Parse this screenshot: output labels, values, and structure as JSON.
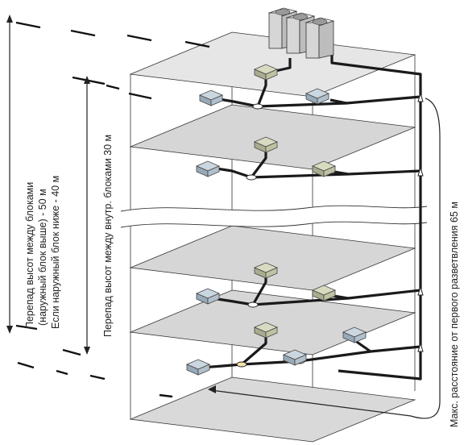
{
  "labels": {
    "outdoor_height_line1": "Перепад высот между блоками",
    "outdoor_height_line2": "(наружный блок выше) - 50 м",
    "outdoor_height_line3": "Если наружный блок ниже - 40 м",
    "indoor_height": "Перепад высот между внутр. блоками 30 м",
    "max_distance": "Макс. расстояние от первого разветвления 65 м"
  },
  "colors": {
    "floor_fill": "#d3d3d3",
    "floor_fill_light": "#e3e3e3",
    "pipe": "#1a1a1a",
    "frame_line": "#333333",
    "unit_green": "#c4c7aa",
    "unit_blue": "#b6c4cf",
    "outdoor_unit": "#d9d9d9"
  },
  "icons": {
    "outdoor_unit": "vrf-outdoor-unit-icon",
    "indoor_unit": "cassette-indoor-unit-icon",
    "branch": "refnet-branch-icon"
  }
}
